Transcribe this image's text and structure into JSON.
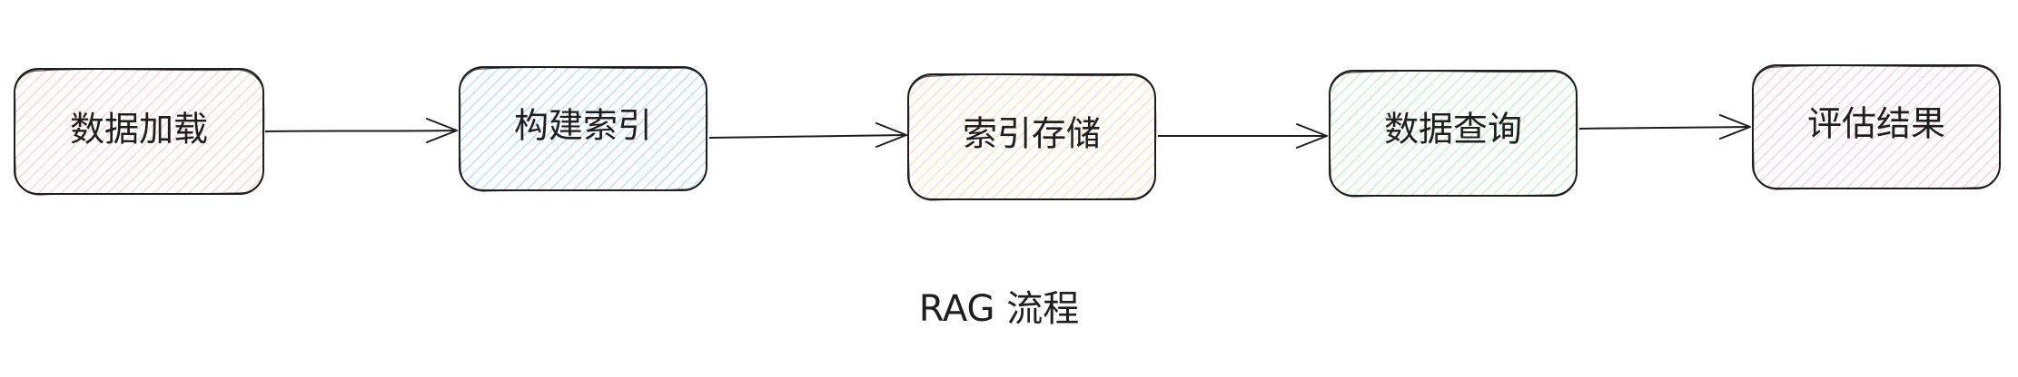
{
  "diagram": {
    "nodes": [
      {
        "id": "load",
        "label": "数据加载",
        "color": "#ffc9c9"
      },
      {
        "id": "index",
        "label": "构建索引",
        "color": "#a5d8ff"
      },
      {
        "id": "store",
        "label": "索引存储",
        "color": "#ffd8a8"
      },
      {
        "id": "query",
        "label": "数据查询",
        "color": "#b2f2bb"
      },
      {
        "id": "eval",
        "label": "评估结果",
        "color": "#fcc2d7"
      }
    ],
    "edges": [
      {
        "from": "load",
        "to": "index"
      },
      {
        "from": "index",
        "to": "store"
      },
      {
        "from": "store",
        "to": "query"
      },
      {
        "from": "query",
        "to": "eval"
      }
    ],
    "caption": "RAG 流程",
    "stroke_color": "#1e1e1e"
  }
}
